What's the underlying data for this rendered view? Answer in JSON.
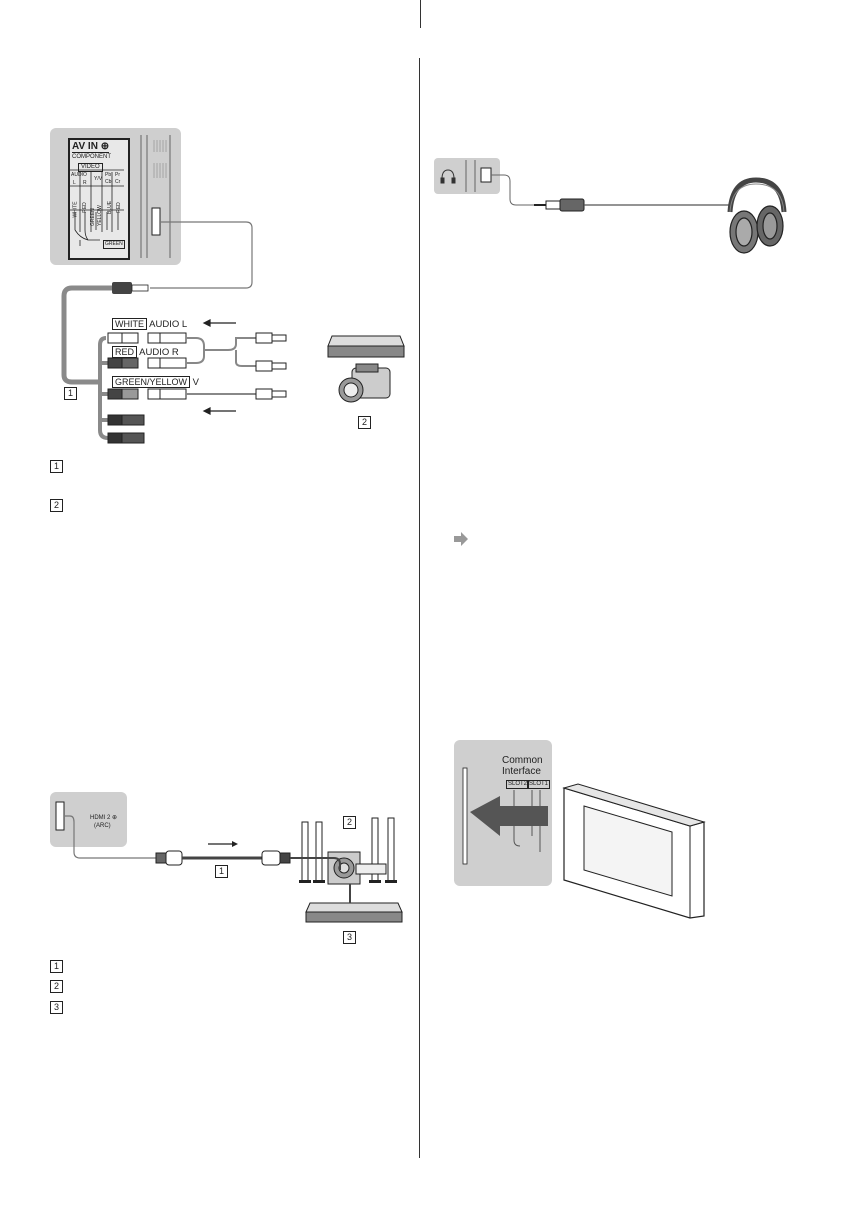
{
  "av_panel": {
    "av_in": "AV IN ⊕",
    "component": "COMPONENT",
    "video": "VIDEO",
    "audio": "AUDIO",
    "l": "L",
    "r": "R",
    "yv": "Y/V",
    "pb_cb": "Pb Cb",
    "pr_cr": "Pr Cr",
    "cols": [
      "WHITE",
      "RED",
      "GREEN YELLOW",
      "BLUE",
      "RED"
    ],
    "green": "GREEN"
  },
  "cable_labels": {
    "white": "WHITE",
    "white_suffix": "AUDIO L",
    "red": "RED",
    "red_suffix": "AUDIO R",
    "green": "GREEN/YELLOW",
    "green_suffix": "V"
  },
  "callouts": {
    "av_cable": "1",
    "av_device": "2",
    "hdmi_cable": "1",
    "hdmi_speakers": "2",
    "hdmi_player": "3",
    "legend_a": [
      "1",
      "2"
    ],
    "legend_b": [
      "1",
      "2",
      "3"
    ]
  },
  "hdmi_panel": {
    "label": "HDMI 2 ⊕",
    "arc": "(ARC)"
  },
  "ci": {
    "title_line1": "Common",
    "title_line2": "Interface",
    "slot2": "SLOT2",
    "slot1": "SLOT1"
  },
  "colors": {
    "panel": "#cfcfcf",
    "ink": "#222222",
    "cable": "#888888",
    "divider": "#333333"
  },
  "icons": [
    "headphone-icon",
    "arrow-right-icon"
  ]
}
